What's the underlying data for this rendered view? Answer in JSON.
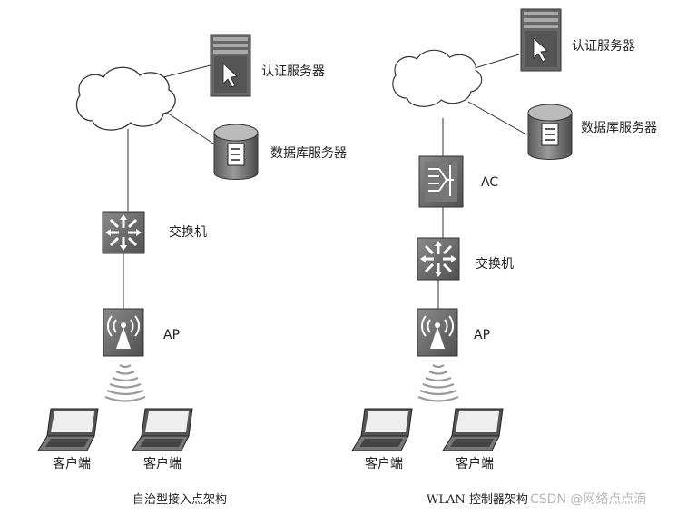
{
  "left": {
    "auth_server": "认证服务器",
    "db_server": "数据库服务器",
    "switch": "交换机",
    "ap": "AP",
    "client1": "客户端",
    "client2": "客户端",
    "caption": "自治型接入点架构"
  },
  "right": {
    "auth_server": "认证服务器",
    "db_server": "数据库服务器",
    "ac": "AC",
    "switch": "交换机",
    "ap": "AP",
    "client1": "客户端",
    "client2": "客户端",
    "caption": "WLAN 控制器架构"
  },
  "watermark": "CSDN @网络点点滴"
}
